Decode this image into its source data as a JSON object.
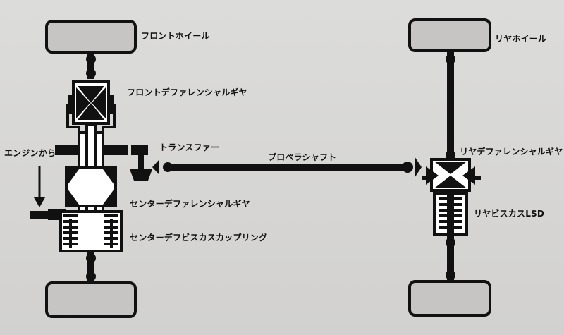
{
  "labels": {
    "front_wheel": "フロントホイール",
    "rear_wheel": "リヤホイール",
    "front_diff": "フロントデファレンシャルギヤ",
    "transfer": "トランスファー",
    "propeller_shaft": "プロペラシャフト",
    "rear_diff": "リヤデファレンシャルギヤ",
    "from_engine": "エンジンから",
    "center_diff": "センターデファレンシャルギヤ",
    "center_viscous": "センターデフビスカスカップリング",
    "rear_lsd": "リヤビスカスLSD"
  },
  "colors": {
    "line": "#111111",
    "wheel_fill": "#c6c5c3",
    "background": "#d9d8d6"
  }
}
